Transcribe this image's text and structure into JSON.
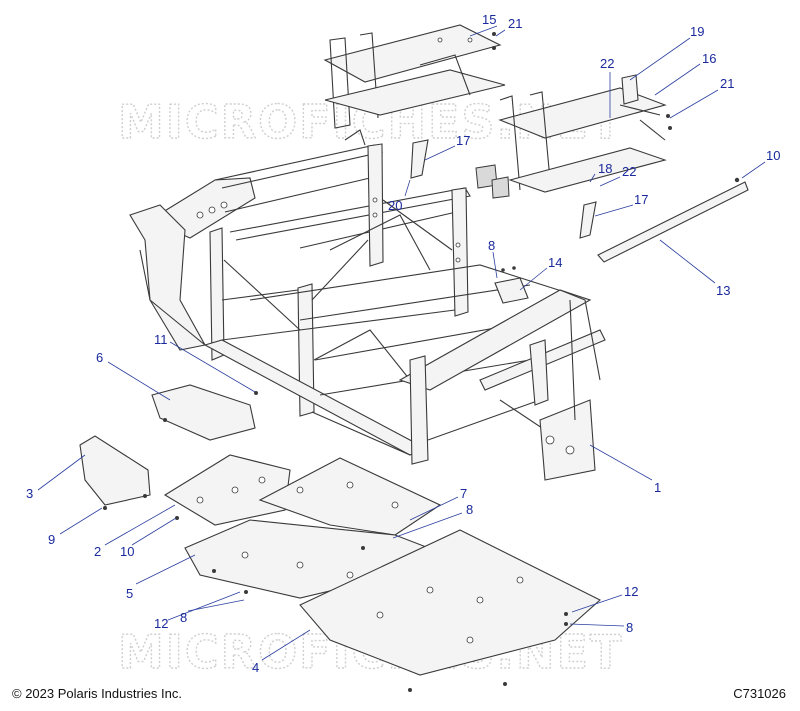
{
  "watermark": {
    "top": "MICROFICHES.NET",
    "bottom": "MICROFICHES.NET"
  },
  "callouts": [
    "15",
    "21",
    "19",
    "16",
    "22",
    "21",
    "17",
    "20",
    "18",
    "22",
    "10",
    "17",
    "8",
    "14",
    "13",
    "11",
    "6",
    "1",
    "3",
    "9",
    "2",
    "10",
    "7",
    "8",
    "5",
    "12",
    "8",
    "12",
    "8",
    "4"
  ],
  "footer": {
    "copyright": "© 2023 Polaris Industries Inc.",
    "drawing_id": "C731026"
  },
  "colors": {
    "callout": "#1a2a9c",
    "leader": "#2b3fa0",
    "linework": "#3a3a3a",
    "watermark": "#cfcfcf"
  }
}
